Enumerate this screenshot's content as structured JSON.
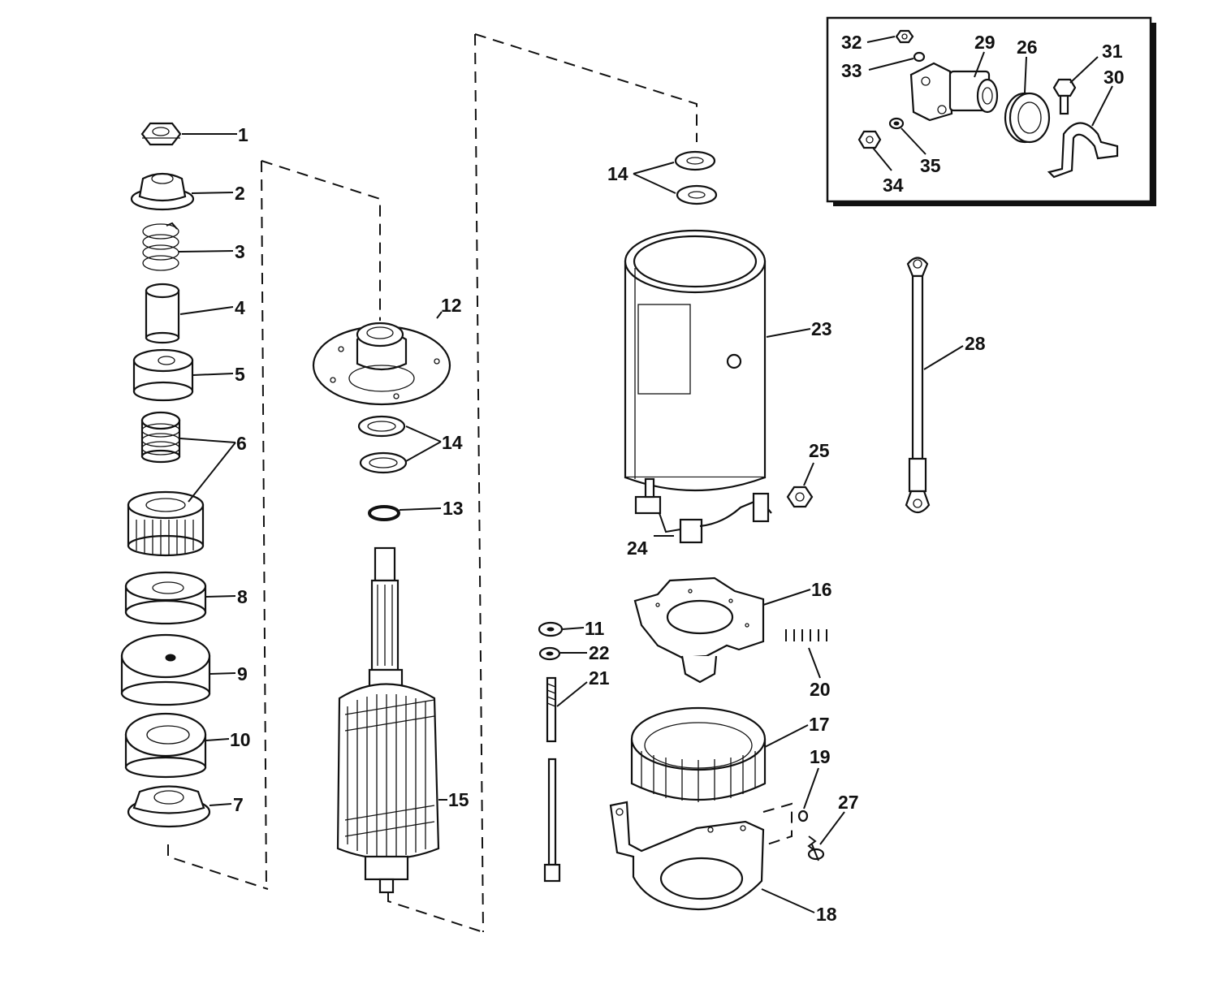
{
  "callouts": {
    "c1": "1",
    "c2": "2",
    "c3": "3",
    "c4": "4",
    "c5": "5",
    "c6": "6",
    "c7": "7",
    "c8": "8",
    "c9": "9",
    "c10": "10",
    "c11": "11",
    "c12": "12",
    "c13": "13",
    "c14a": "14",
    "c14b": "14",
    "c15": "15",
    "c16": "16",
    "c17": "17",
    "c18": "18",
    "c19": "19",
    "c20": "20",
    "c21": "21",
    "c22": "22",
    "c23": "23",
    "c24": "24",
    "c25": "25",
    "c26": "26",
    "c27": "27",
    "c28": "28",
    "c29": "29",
    "c30": "30",
    "c31": "31",
    "c32": "32",
    "c33": "33",
    "c34": "34",
    "c35": "35"
  }
}
